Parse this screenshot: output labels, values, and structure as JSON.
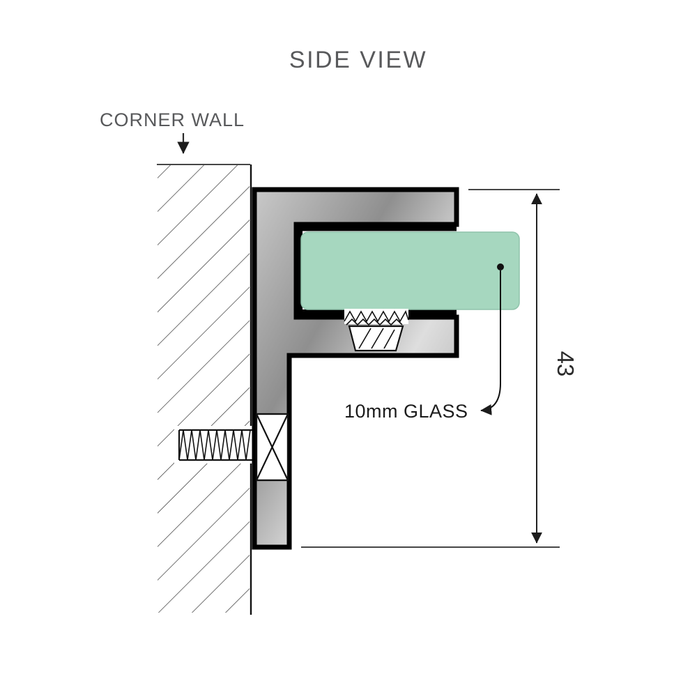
{
  "title": "SIDE VIEW",
  "labels": {
    "corner_wall": "CORNER WALL",
    "glass_callout": "10mm GLASS",
    "dimension_value": "43"
  },
  "colors": {
    "glass_fill": "#a6d7bf",
    "label_gray": "#58595b",
    "outline_black": "#000000"
  }
}
